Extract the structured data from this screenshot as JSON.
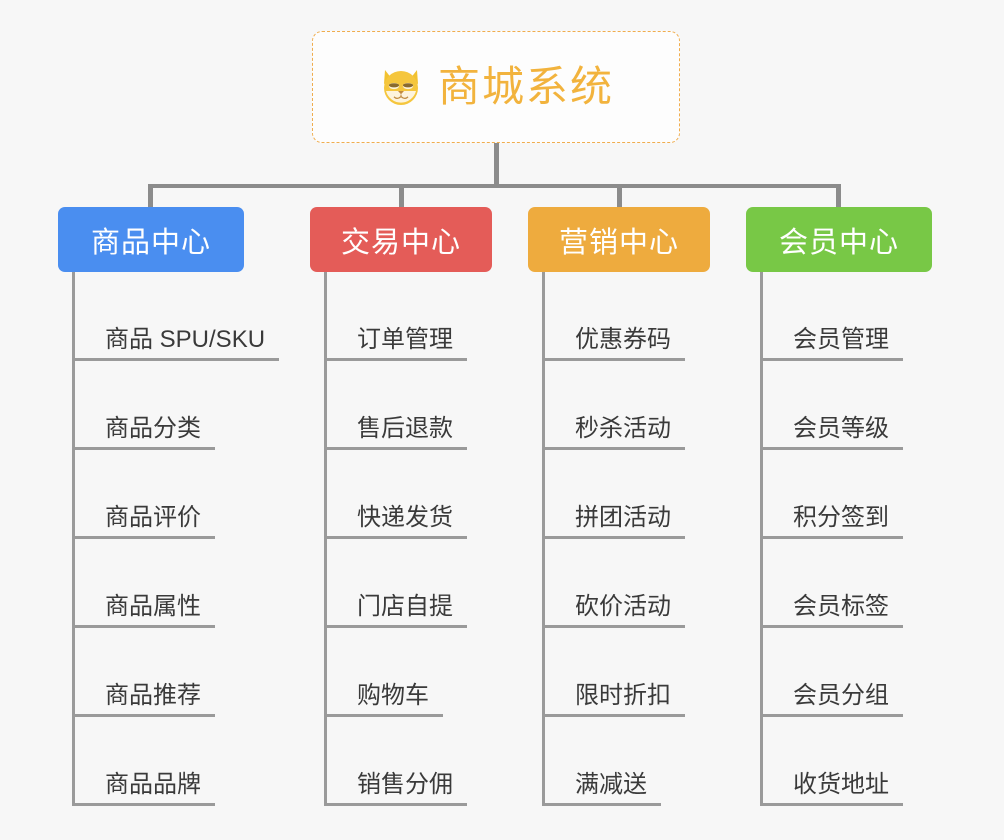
{
  "diagram": {
    "background_color": "#f7f7f7",
    "root": {
      "title": "商城系统",
      "icon": "shiba-dog-face-icon",
      "border_color": "#f0ad4e",
      "text_color": "#f2b33d"
    },
    "branches": [
      {
        "title": "商品中心",
        "color": "#4a8ef0",
        "items": [
          "商品 SPU/SKU",
          "商品分类",
          "商品评价",
          "商品属性",
          "商品推荐",
          "商品品牌"
        ]
      },
      {
        "title": "交易中心",
        "color": "#e45c58",
        "items": [
          "订单管理",
          "售后退款",
          "快递发货",
          "门店自提",
          "购物车",
          "销售分佣"
        ]
      },
      {
        "title": "营销中心",
        "color": "#eeab3e",
        "items": [
          "优惠券码",
          "秒杀活动",
          "拼团活动",
          "砍价活动",
          "限时折扣",
          "满减送"
        ]
      },
      {
        "title": "会员中心",
        "color": "#78c846",
        "items": [
          "会员管理",
          "会员等级",
          "积分签到",
          "会员标签",
          "会员分组",
          "收货地址"
        ]
      }
    ]
  }
}
